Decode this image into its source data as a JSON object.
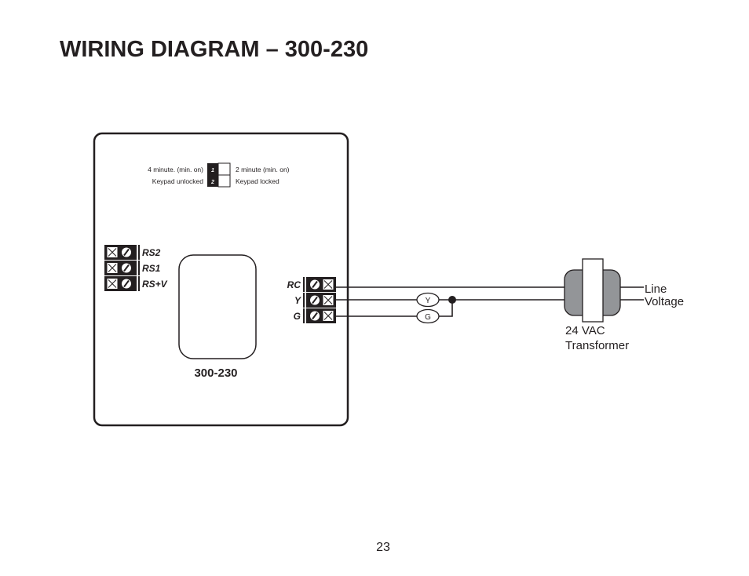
{
  "title": "WIRING DIAGRAM – 300-230",
  "page_number": "23",
  "thermostat": {
    "model": "300-230",
    "dip_switches": [
      {
        "number": "1",
        "left_label": "4 minute. (min. on)",
        "right_label": "2 minute (min. on)"
      },
      {
        "number": "2",
        "left_label": "Keypad unlocked",
        "right_label": "Keypad locked"
      }
    ],
    "left_terminals": [
      "RS2",
      "RS1",
      "RS+V"
    ],
    "right_terminals": [
      "RC",
      "Y",
      "G"
    ]
  },
  "loads": [
    "Y",
    "G"
  ],
  "transformer": {
    "label_line1": "24 VAC",
    "label_line2": "Transformer"
  },
  "line_voltage": {
    "line1": "Line",
    "line2": "Voltage"
  }
}
